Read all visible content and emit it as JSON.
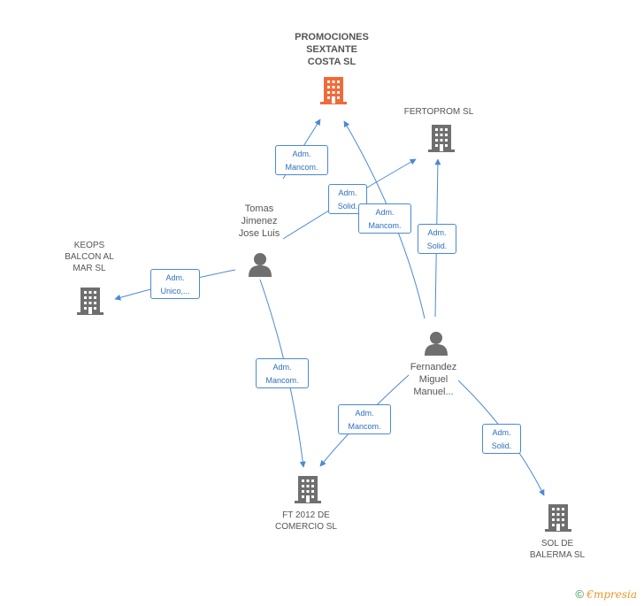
{
  "colors": {
    "edge": "#4a89d6",
    "company": "#6f6f6f",
    "main_company": "#f26a3a",
    "person": "#6f6f6f"
  },
  "companies": [
    {
      "id": "promociones",
      "label": "PROMOCIONES\nSEXTANTE\nCOSTA SL",
      "main": true
    },
    {
      "id": "fertoprom",
      "label": "FERTOPROM SL",
      "main": false
    },
    {
      "id": "keops",
      "label": "KEOPS\nBALCON AL\nMAR SL",
      "main": false
    },
    {
      "id": "ft2012",
      "label": "FT 2012 DE\nCOMERCIO SL",
      "main": false
    },
    {
      "id": "sol",
      "label": "SOL DE\nBALERMA SL",
      "main": false
    }
  ],
  "persons": [
    {
      "id": "tomas",
      "label": "Tomas\nJimenez\nJose Luis"
    },
    {
      "id": "fernandez",
      "label": "Fernandez\nMiguel\nManuel..."
    }
  ],
  "edges": [
    {
      "id": "e1",
      "from": "tomas",
      "to": "promociones",
      "label": "Adm.\nMancom."
    },
    {
      "id": "e2",
      "from": "tomas",
      "to": "fertoprom",
      "label": "Adm.\nSolid."
    },
    {
      "id": "e3",
      "from": "tomas",
      "to": "keops",
      "label": "Adm.\nUnico,..."
    },
    {
      "id": "e4",
      "from": "tomas",
      "to": "ft2012",
      "label": "Adm.\nMancom."
    },
    {
      "id": "e5",
      "from": "fernandez",
      "to": "promociones",
      "label": "Adm.\nMancom."
    },
    {
      "id": "e6",
      "from": "fernandez",
      "to": "fertoprom",
      "label": "Adm.\nSolid."
    },
    {
      "id": "e7",
      "from": "fernandez",
      "to": "ft2012",
      "label": "Adm.\nMancom."
    },
    {
      "id": "e8",
      "from": "fernandez",
      "to": "sol",
      "label": "Adm.\nSolid."
    }
  ],
  "footer": {
    "copyright": "©",
    "brand_initial": "€",
    "brand_rest": "mpresia"
  }
}
